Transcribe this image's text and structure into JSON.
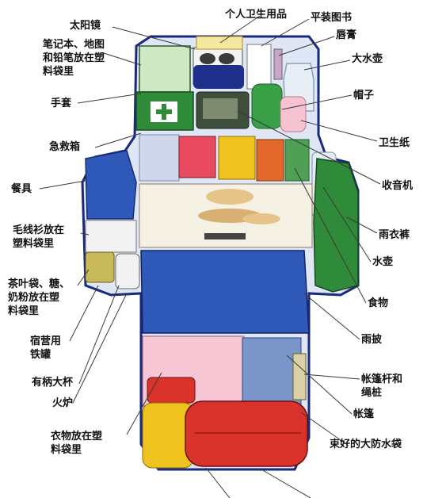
{
  "labels": {
    "sunglasses": "太阳镜",
    "notebook": "笔记本、地图\n和铅笔放在塑\n料袋里",
    "gloves": "手套",
    "first_aid": "急救箱",
    "cutlery": "餐具",
    "sweater": "毛线衫放在\n塑料袋里",
    "tea": "茶叶袋、糖、\n奶粉放在塑\n料袋里",
    "tin": "宿营用\n铁罐",
    "mug": "有柄大杯",
    "stove": "火炉",
    "clothes": "衣物放在塑\n料袋里",
    "toiletries": "个人卫生用品",
    "paperback": "平装图书",
    "lip_balm": "唇膏",
    "water_bottle": "大水壶",
    "hat": "帽子",
    "toilet_paper": "卫生纸",
    "radio": "收音机",
    "rain_pants": "雨衣裤",
    "canteen": "水壶",
    "food": "食物",
    "poncho": "雨披",
    "tent_poles": "帐篷杆和\n绳桩",
    "tent": "帐篷",
    "drybag": "束好的大防水袋"
  },
  "colors": {
    "pack_outline": "#1a2a7a",
    "pack_fill": "#dfe6f5",
    "green": "#2f8a3a",
    "blue": "#2e59b8",
    "red": "#d8322a",
    "yellow": "#f0c21e",
    "pink": "#f3a6bf",
    "leader": "#3a3a3a"
  }
}
